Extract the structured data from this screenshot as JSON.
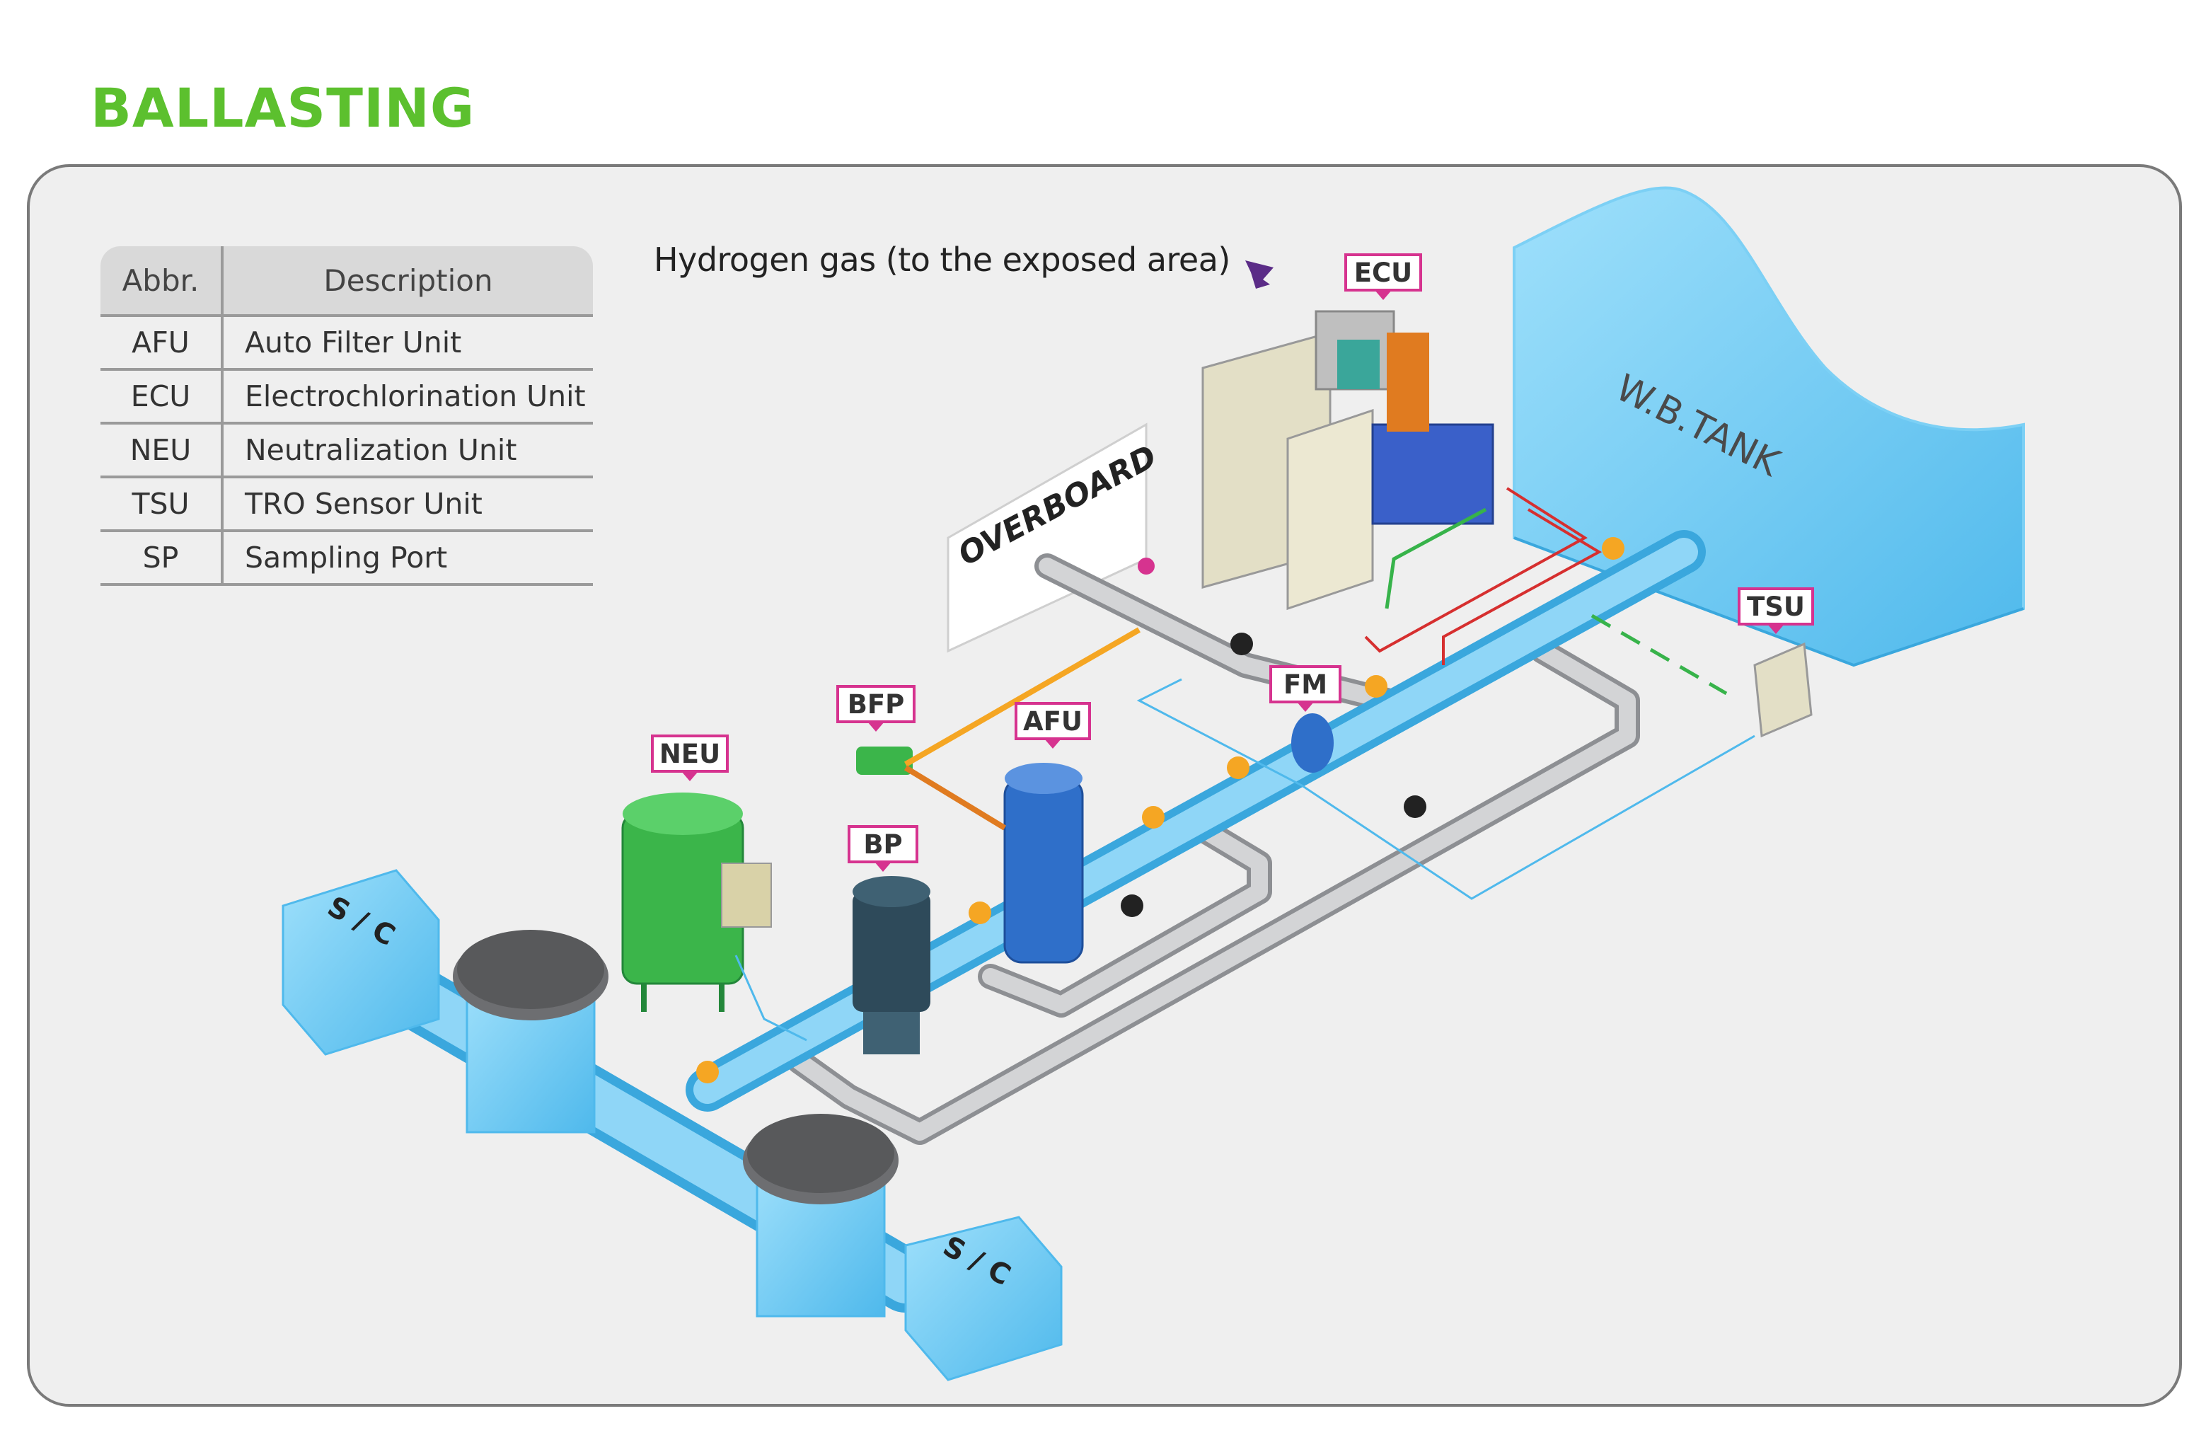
{
  "title": "BALLASTING",
  "table": {
    "headers": [
      "Abbr.",
      "Description"
    ],
    "rows": [
      {
        "abbr": "AFU",
        "desc": "Auto Filter Unit"
      },
      {
        "abbr": "ECU",
        "desc": "Electrochlorination Unit"
      },
      {
        "abbr": "NEU",
        "desc": "Neutralization Unit"
      },
      {
        "abbr": "TSU",
        "desc": "TRO Sensor Unit"
      },
      {
        "abbr": "SP",
        "desc": "Sampling Port"
      }
    ]
  },
  "diagram": {
    "hydrogen_note": "Hydrogen gas (to the exposed area)",
    "tags": {
      "ecu": "ECU",
      "bfp": "BFP",
      "afu": "AFU",
      "neu": "NEU",
      "bp": "BP",
      "fm": "FM",
      "tsu": "TSU"
    },
    "labels": {
      "overboard": "OVERBOARD",
      "wb_tank": "W.B.TANK",
      "sea_chest_left": "S / C",
      "sea_chest_right": "S / C"
    }
  },
  "colors": {
    "title": "#5cc02e",
    "tag_border": "#d6338f",
    "water": "#63c6f0",
    "pipe_gray": "#a7a9ac",
    "valve_orange": "#f5a623",
    "neu_green": "#3bb54a",
    "afu_blue": "#2f6fc9"
  }
}
